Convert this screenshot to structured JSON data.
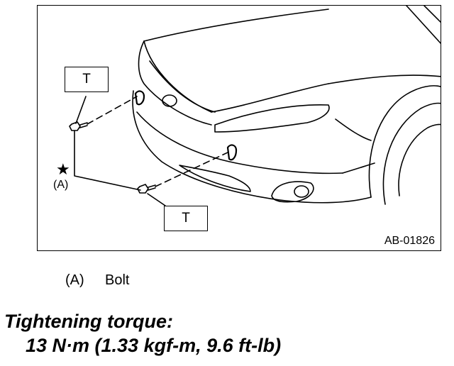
{
  "figure": {
    "id": "AB-01826",
    "torque_mark_top": "T",
    "torque_mark_bottom": "T",
    "callout": "(A)",
    "star_symbol": "★"
  },
  "legend": {
    "key": "(A)",
    "text": "Bolt"
  },
  "torque": {
    "title": "Tightening torque:",
    "value": "13 N·m (1.33 kgf-m, 9.6 ft-lb)"
  }
}
